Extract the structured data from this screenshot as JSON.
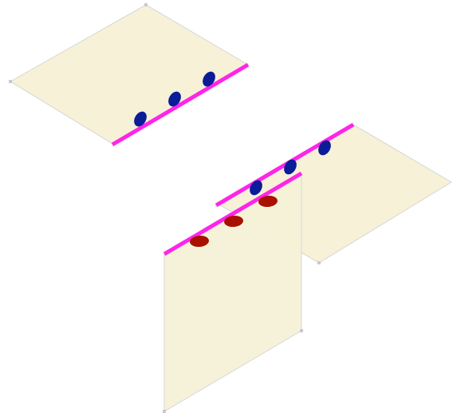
{
  "scene": {
    "plates": [
      {
        "name": "top-left-plate",
        "color": "#f6f1d7"
      },
      {
        "name": "right-plate",
        "color": "#f6f1d7"
      },
      {
        "name": "vertical-front-plate",
        "color": "#f6f1d7"
      }
    ],
    "edge_color": "#d6d6d6",
    "corner_color": "#c7c7d6",
    "bolt_lines": [
      {
        "name": "top-left-bolt-line",
        "color": "#ff24e8",
        "bolt_color": "#0b1c98",
        "bolt_count": 3
      },
      {
        "name": "right-upper-bolt-line",
        "color": "#ff24e8",
        "bolt_color": "#0b1c98",
        "bolt_count": 3
      },
      {
        "name": "front-bolt-line",
        "color": "#ff24e8",
        "bolt_color": "#a81100",
        "bolt_count": 3
      }
    ]
  }
}
